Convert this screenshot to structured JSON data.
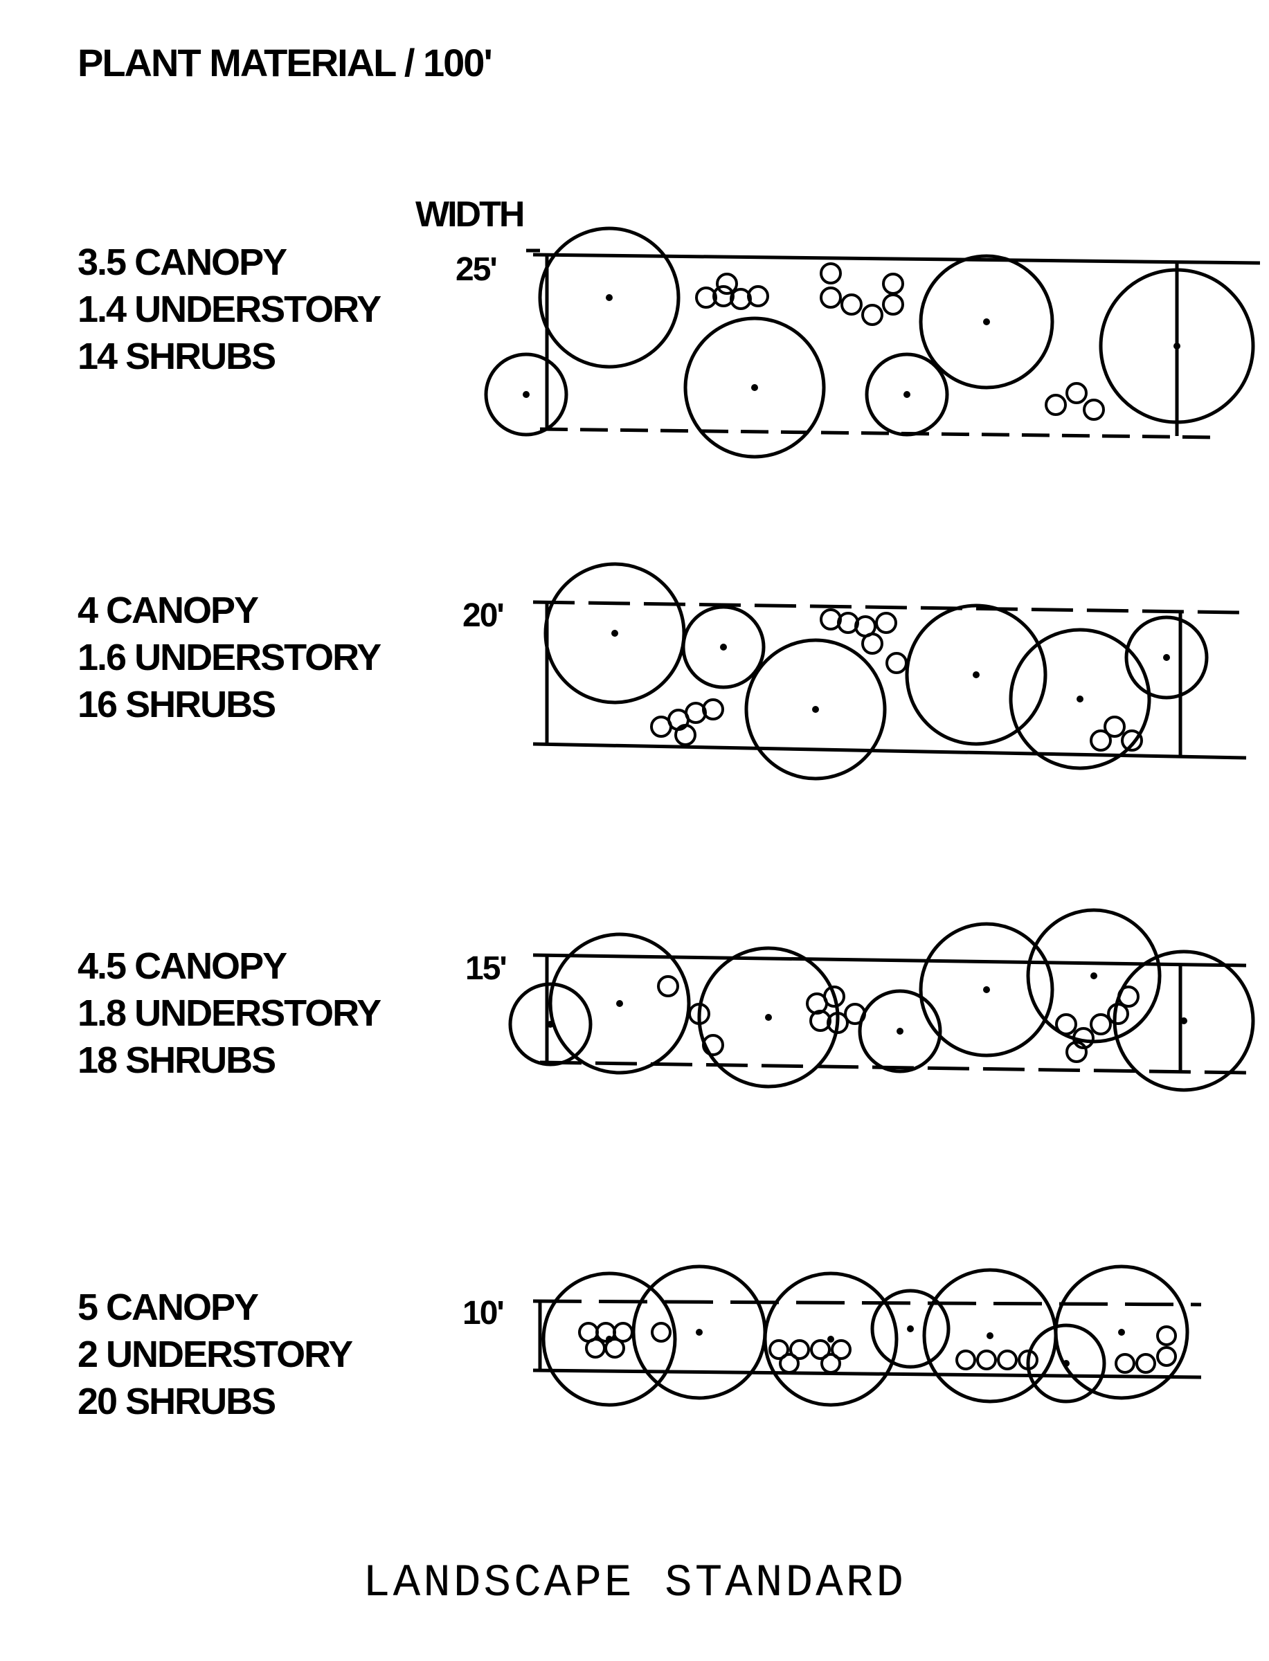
{
  "title": "PLANT MATERIAL / 100'",
  "width_label": "WIDTH",
  "rows": [
    {
      "label": [
        "3.5 CANOPY",
        "1.4 UNDERSTORY",
        "14 SHRUBS"
      ],
      "width": "25'"
    },
    {
      "label": [
        "4 CANOPY",
        "1.6 UNDERSTORY",
        "16 SHRUBS"
      ],
      "width": "20'"
    },
    {
      "label": [
        "4.5 CANOPY",
        "1.8 UNDERSTORY",
        "18 SHRUBS"
      ],
      "width": "15'"
    },
    {
      "label": [
        "5 CANOPY",
        "2 UNDERSTORY",
        "20 SHRUBS"
      ],
      "width": "10'"
    }
  ],
  "footer": "LANDSCAPE STANDARD"
}
